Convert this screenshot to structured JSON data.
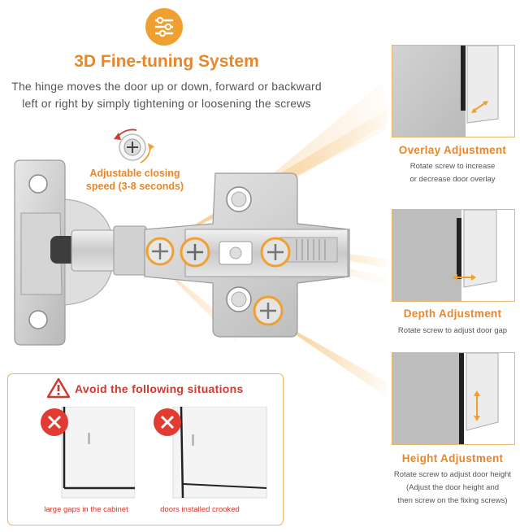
{
  "header": {
    "title": "3D Fine-tuning System",
    "subtitle_line1": "The hinge moves the door up or down, forward or backward",
    "subtitle_line2": "left or right by simply tightening or loosening the screws"
  },
  "closing": {
    "label_line1": "Adjustable closing",
    "label_line2": "speed (3-8 seconds)"
  },
  "adjustments": [
    {
      "title": "Overlay Adjustment",
      "desc_lines": [
        "Rotate screw to increase",
        "or decrease door overlay"
      ]
    },
    {
      "title": "Depth Adjustment",
      "desc_lines": [
        "Rotate screw to adjust door gap"
      ]
    },
    {
      "title": "Height Adjustment",
      "desc_lines": [
        "Rotate screw to adjust door height",
        "(Adjust the door height and",
        "then screw on the fixing screws)"
      ]
    }
  ],
  "avoid": {
    "title": "Avoid the following situations",
    "items": [
      {
        "caption": "large gaps in the cabinet"
      },
      {
        "caption": "doors installed crooked"
      }
    ]
  },
  "colors": {
    "accent": "#e8862a",
    "warning": "#d0392f",
    "panel_border": "#e9b76b"
  }
}
